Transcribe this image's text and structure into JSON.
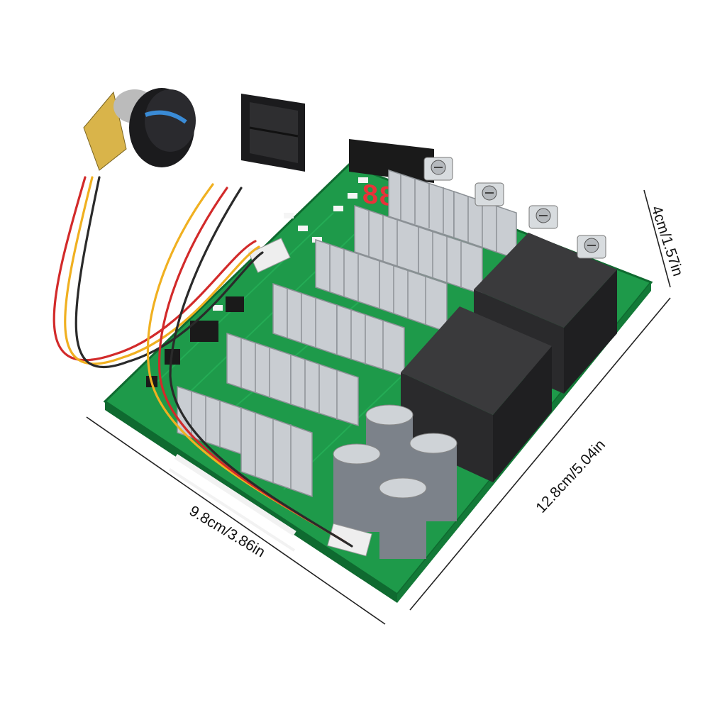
{
  "dimensions": {
    "width_label": "9.8cm/3.86in",
    "length_label": "12.8cm/5.04in",
    "height_label": "4cm/1.57in"
  },
  "colors": {
    "pcb": "#1e9a4a",
    "pcb_dark": "#137a38",
    "heatsink": "#c9cdd2",
    "relay": "#2a2a2c",
    "capacitor": "#9aa0a8",
    "display": "#1a1a1a",
    "led_red": "#e8323a",
    "knob": "#1b1b1d",
    "wire_red": "#d22a2a",
    "wire_yellow": "#f0b020",
    "wire_black": "#2a2a2a"
  },
  "icons": [
    "potentiometer-knob",
    "rocker-switch",
    "seven-segment-display",
    "screw-terminal"
  ]
}
